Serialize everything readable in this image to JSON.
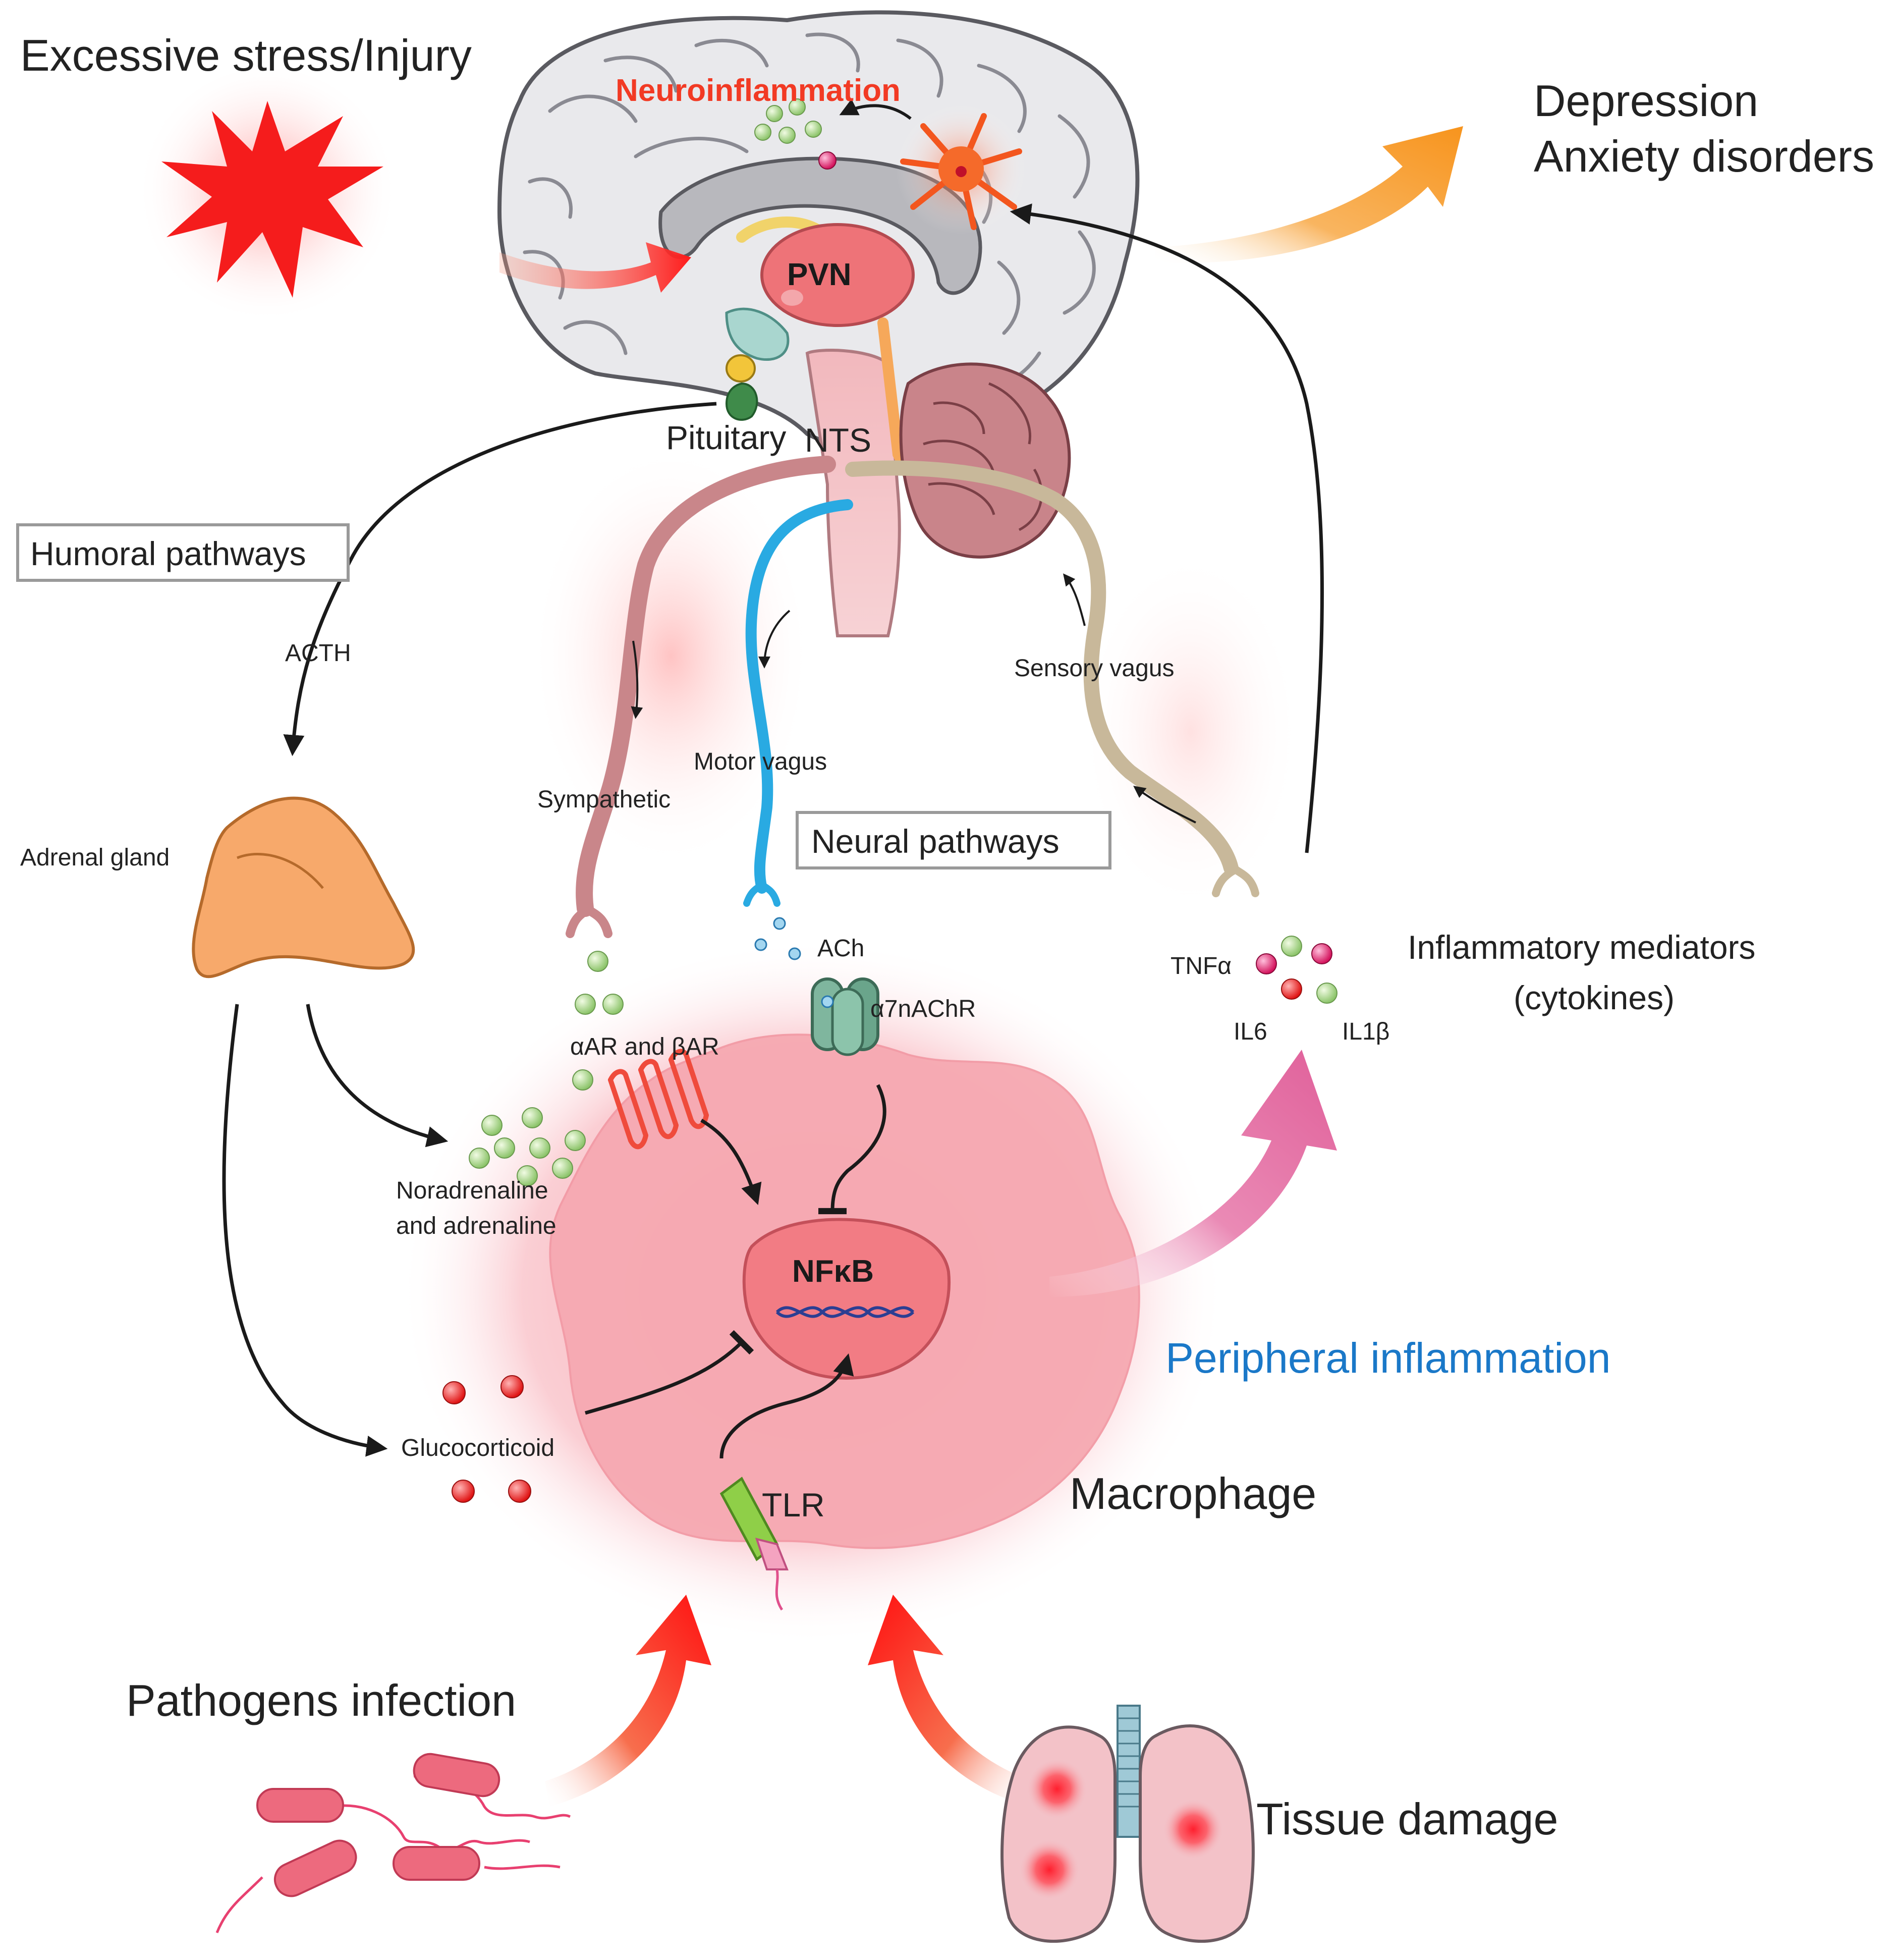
{
  "labels": {
    "stress": "Excessive stress/Injury",
    "neuroinflammation": "Neuroinflammation",
    "depression": "Depression",
    "anxiety": "Anxiety disorders",
    "pvn": "PVN",
    "pituitary": "Pituitary",
    "nts": "NTS",
    "humoral": "Humoral pathways",
    "acth": "ACTH",
    "adrenal": "Adrenal gland",
    "sympathetic": "Sympathetic",
    "motor_vagus": "Motor vagus",
    "sensory_vagus": "Sensory vagus",
    "neural": "Neural pathways",
    "ach": "ACh",
    "a7nachr": "α7nAChR",
    "ar": "αAR and βAR",
    "noradrenaline_1": "Noradrenaline",
    "noradrenaline_2": "and adrenaline",
    "nfkb": "NFκB",
    "glucocorticoid": "Glucocorticoid",
    "tlr": "TLR",
    "macrophage": "Macrophage",
    "peripheral": "Peripheral inflammation",
    "mediators_1": "Inflammatory mediators",
    "mediators_2": "(cytokines)",
    "tnfa": "TNFα",
    "il6": "IL6",
    "il1b": "IL1β",
    "pathogens": "Pathogens infection",
    "tissue": "Tissue damage"
  },
  "colors": {
    "red_accent": "#f23a24",
    "blue_accent": "#1a78c8",
    "orange_arrow": "#f7941d",
    "pink_arrow": "#e0609a",
    "macrophage_pink": "#f7b4bc",
    "sympathetic_nerve": "#c9868a",
    "motor_vagus": "#29aae2",
    "sensory_vagus": "#c8b89a"
  }
}
